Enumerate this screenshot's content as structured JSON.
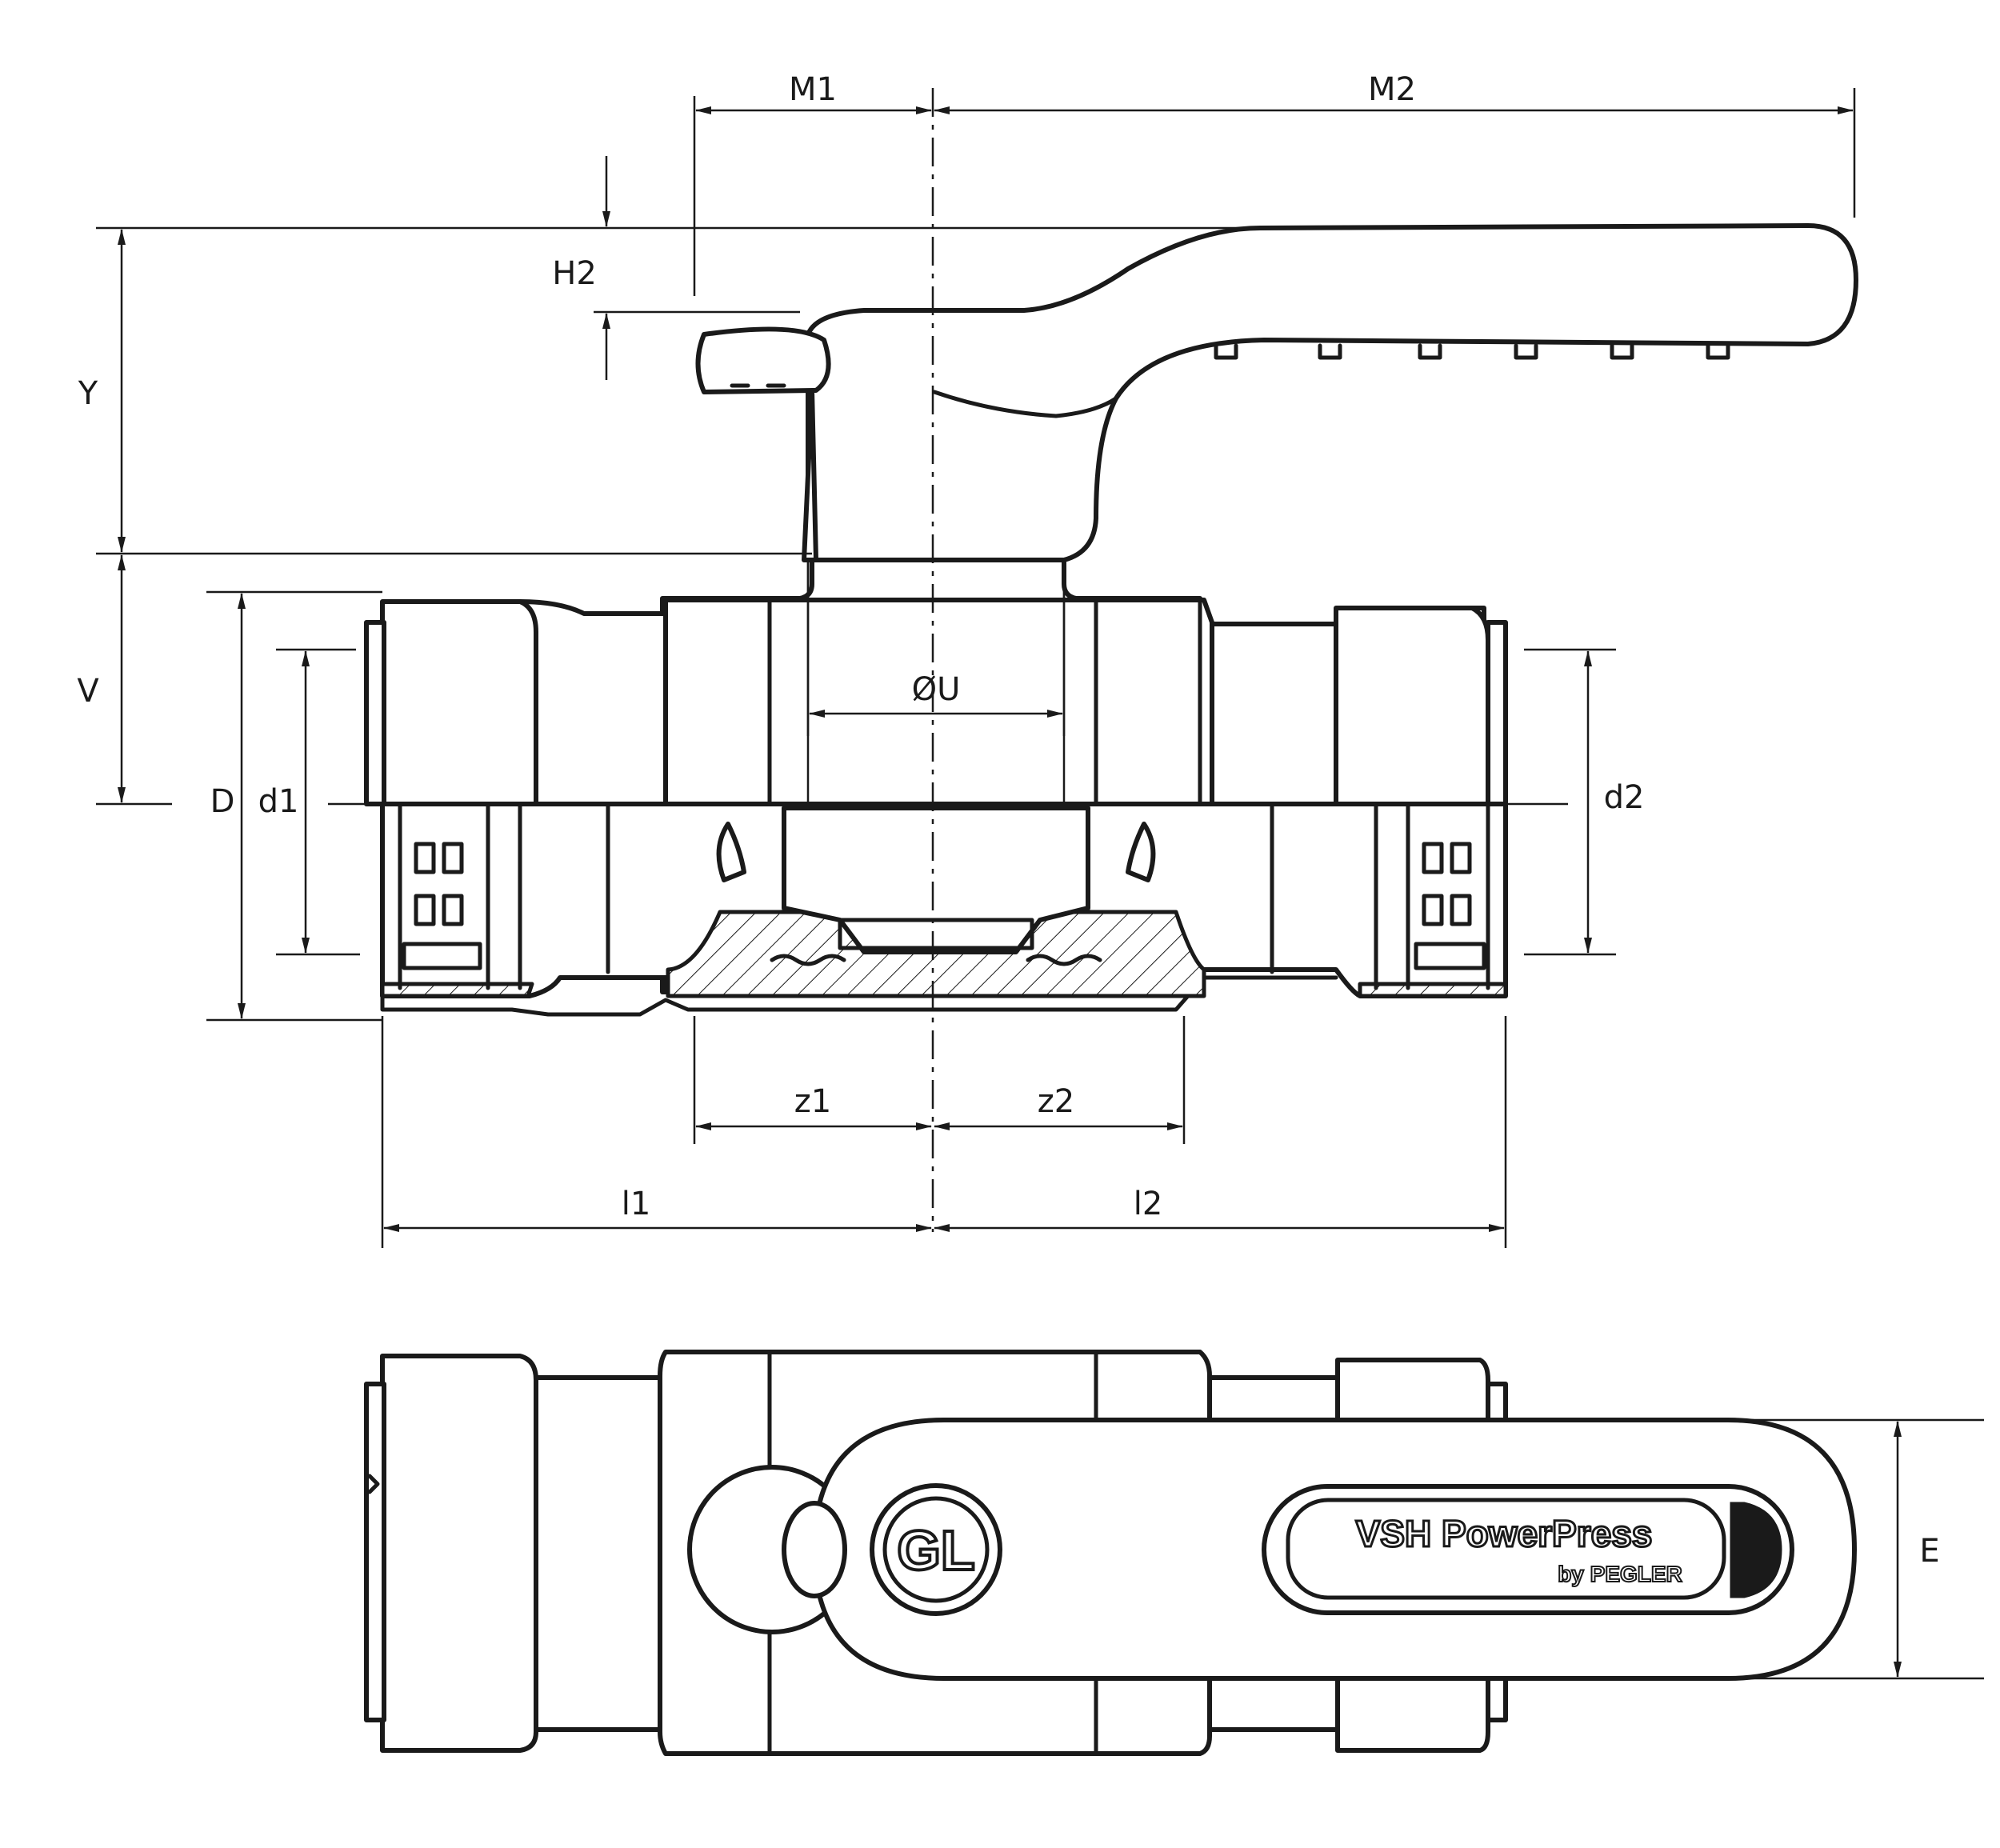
{
  "dimensions": {
    "M1": "M1",
    "M2": "M2",
    "H2": "H2",
    "Y": "Y",
    "V": "V",
    "D": "D",
    "d1": "d1",
    "d2": "d2",
    "U": "ØU",
    "z1": "z1",
    "z2": "z2",
    "l1": "l1",
    "l2": "l2",
    "E": "E"
  },
  "handle": {
    "brand_top": "VSH PowerPress",
    "brand_bottom": "by PEGLER",
    "badge": "GL"
  },
  "colors": {
    "line": "#1a1a1a",
    "background": "#ffffff"
  }
}
